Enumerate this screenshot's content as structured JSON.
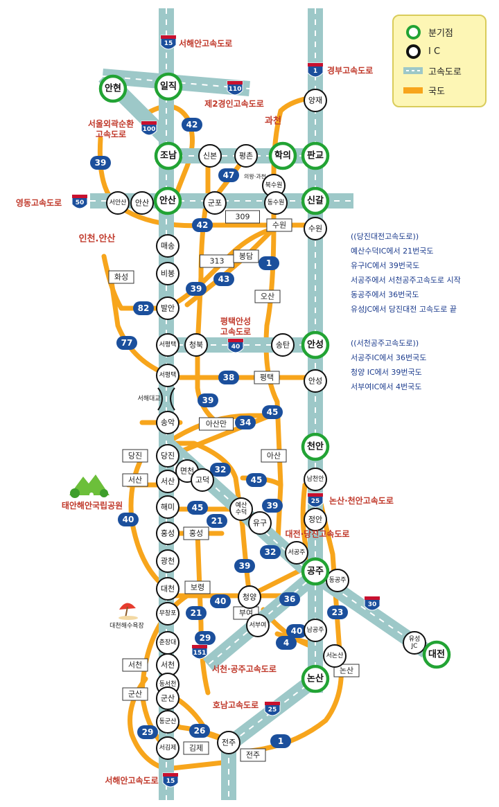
{
  "legend": {
    "branch_label": "분기점",
    "ic_label": "I C",
    "highway_label": "고속도로",
    "national_road_label": "국도"
  },
  "notes": {
    "dangjin": {
      "title": "((당진대전고속도로))",
      "lines": [
        "예산수덕IC에서 21번국도",
        "유구IC에서 39번국도",
        "서공주에서 서천공주고속도로 시작",
        "동공주에서 36번국도",
        "유성JC에서 당진대전 고속도로 끝"
      ]
    },
    "seocheon": {
      "title": "((서천공주고속도로))",
      "lines": [
        "서공주IC에서 36번국도",
        "청양 IC에서 39번국도",
        "서부여IC에서 4번국도"
      ]
    }
  },
  "highway_labels": {
    "seohaean_top": "서해안고속도로",
    "gyeongbu": "경부고속도로",
    "second_gyeongin": "제2경인고속도로",
    "seoul_ring": "서울외곽순환고속도로",
    "yeongdong": "영동고속도로",
    "pyeongtaek_anseong": "평택안성고속도로",
    "nonsan_cheonan": "논산·천안고속도로",
    "daejeon_dangjin": "대전·당진고속도로",
    "seocheon_gongju": "서천·공주고속도로",
    "honam": "호남고속도로",
    "seohaean_bottom": "서해안고속도로"
  },
  "region_labels": {
    "gwacheon": "과천",
    "incheon_ansan": "인천.안산",
    "taean_park": "태안해안국립공원",
    "daecheon_beach": "대천해수욕장",
    "seohae_bridge": "서해대교",
    "uiwang_gwacheon": "의왕·과천"
  },
  "highway_shields": {
    "s15_top": "15",
    "s1": "1",
    "s110": "110",
    "s100": "100",
    "s50": "50",
    "s40": "40",
    "s25_top": "25",
    "s30": "30",
    "s151": "151",
    "s25_bottom": "25",
    "s15_bottom": "15"
  },
  "branch_nodes": {
    "anhyeon": "안현",
    "iljik": "일직",
    "jonam": "조남",
    "hakui": "학의",
    "pangyo": "판교",
    "ansan": "안산",
    "singal": "신갈",
    "anseong": "안성",
    "cheonan": "천안",
    "gongju": "공주",
    "nonsan": "논산",
    "daejeon": "대전"
  },
  "ic_nodes": {
    "yangjae": "양재",
    "sinbon": "신본",
    "pyeongchon": "평촌",
    "bugsuwon": "북수원",
    "seoansan": "서안산",
    "ansan_ic": "안산",
    "gunpo": "군포",
    "dongsuwon": "동수원",
    "suwon": "수원",
    "maesong": "매송",
    "bibong": "비봉",
    "baran": "발안",
    "seopyeongtaek_j": "서평택",
    "cheongbuk": "청북",
    "songtan": "송탄",
    "seopyeongtaek": "서평택",
    "anseong_ic": "안성",
    "songak": "송악",
    "dangjin": "당진",
    "yeoncheon": "면천",
    "godeok": "고덕",
    "seosan": "서산",
    "namcheonan": "남천안",
    "yesan": "예산수덕",
    "haemi": "해미",
    "yugu": "유구",
    "jeongan": "정안",
    "hongseong": "홍성",
    "seogongju": "서공주",
    "gwangcheon": "광천",
    "donggongju": "동공주",
    "daecheon": "대천",
    "cheongyang": "청양",
    "muchangpo": "무창포",
    "seobuyeo": "서부여",
    "namgongju": "남공주",
    "yuseong": "유성 JC",
    "chunjangdae": "춘장대",
    "seonosan": "서논산",
    "seocheon": "서천",
    "dongseocheon": "동서천",
    "gunsan": "군산",
    "donggunsan": "동군산",
    "jeonju": "전주",
    "seogimje": "서김제"
  },
  "place_boxes": {
    "suwon": "수원",
    "r309": "309",
    "r313": "313",
    "bongdam": "봉담",
    "osan": "오산",
    "hwaseong": "화성",
    "pyeongtaek": "평택",
    "asanman": "아산만",
    "asan": "아산",
    "dangjin": "당진",
    "seosan": "서산",
    "hongseong": "홍성",
    "boryeong": "보령",
    "buyeo": "부여",
    "nonsan": "논산",
    "seocheon": "서천",
    "gunsan": "군산",
    "gimje": "김제",
    "jeonju": "전주"
  },
  "route_badges": {
    "b42a": "42",
    "b39a": "39",
    "b47": "47",
    "b42b": "42",
    "b1": "1",
    "b43": "43",
    "b39b": "39",
    "b82": "82",
    "b77": "77",
    "b38": "38",
    "b39c": "39",
    "b34": "34",
    "b45a": "45",
    "b32a": "32",
    "b45b": "45",
    "b45c": "45",
    "b39d": "39",
    "b40a": "40",
    "b21a": "21",
    "b32b": "32",
    "b39e": "39",
    "b40b": "40",
    "b36": "36",
    "b21b": "21",
    "b23": "23",
    "b29a": "29",
    "b40c": "40",
    "b4": "4",
    "b29b": "29",
    "b26": "26",
    "b1b": "1"
  },
  "colors": {
    "highway": "#9dc8c8",
    "national_road": "#f7a51c",
    "branch_ring": "#22a334",
    "ic_ring": "#111111",
    "badge": "#1b4f9c",
    "shield": "#1b4f9c",
    "shield_top": "#c8102e",
    "highway_label": "#c0392b",
    "notes": "#1a3a8c"
  }
}
